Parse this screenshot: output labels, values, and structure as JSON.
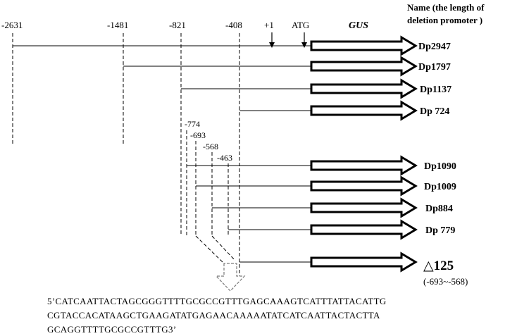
{
  "positions": {
    "p2631": "-2631",
    "p1481": "-1481",
    "p821": "-821",
    "p408": "-408",
    "plus1": "+1",
    "atg": "ATG"
  },
  "gus_label": "GUS",
  "header": {
    "line1": "Name (the length of",
    "line2": "deletion promoter )"
  },
  "constructs": {
    "dp2947": "Dp2947",
    "dp1797": "Dp1797",
    "dp1137": "Dp1137",
    "dp724": "Dp 724",
    "dp1090": "Dp1090",
    "dp1009": "Dp1009",
    "dp884": "Dp884",
    "dp779": "Dp 779"
  },
  "inner_positions": {
    "p774": "-774",
    "p693": "-693",
    "p568": "-568",
    "p463": "-463"
  },
  "deletion": {
    "label": "△125",
    "range": "(-693~-568)"
  },
  "sequence": {
    "line1": "5’CATCAATTACTAGCGGGTTTTGCGCCGTTTGAGCAAAGTCATTTATTACATTG",
    "line2": "CGTACCACATAAGCTGAAGATATGAGAACAAAAATATCATCAATTACTACTTA",
    "line3": "GCAGGTTTTGCGCCGTTTG3’"
  }
}
